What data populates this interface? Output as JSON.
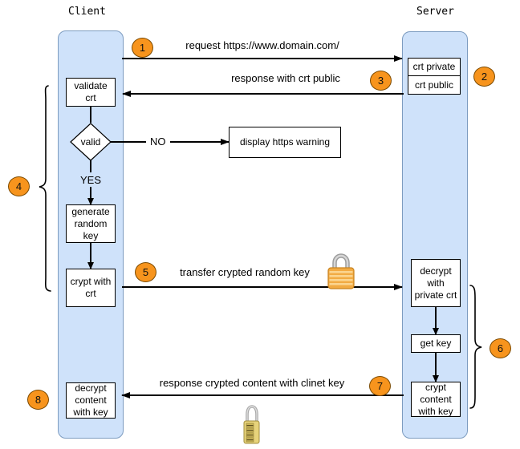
{
  "lanes": {
    "client_label": "Client",
    "server_label": "Server"
  },
  "client": {
    "validate_crt": "validate crt",
    "valid": "valid",
    "yes": "YES",
    "no": "NO",
    "generate_random_key": "generate random key",
    "crypt_with_crt": "crypt with crt",
    "decrypt_content_with_key": "decrypt content with key"
  },
  "server": {
    "crt_private": "crt private",
    "crt_public": "crt public",
    "decrypt_with_private_crt": "decrypt with private crt",
    "get_key": "get key",
    "crypt_content_with_key": "crypt content with key"
  },
  "warning": {
    "display_https_warning": "display https warning"
  },
  "messages": {
    "request": "request https://www.domain.com/",
    "response_public": "response with crt public",
    "transfer_key": "transfer crypted random key",
    "response_content": "response crypted content with clinet key"
  },
  "steps": {
    "s1": "1",
    "s2": "2",
    "s3": "3",
    "s4": "4",
    "s5": "5",
    "s6": "6",
    "s7": "7",
    "s8": "8"
  },
  "icons": {
    "padlock": "closed-gold-padlock",
    "combination_lock": "gold-combination-padlock"
  },
  "colors": {
    "lane-fill": "#cfe2fa",
    "lane-border": "#7d9cc0",
    "step-fill": "#f7941d",
    "step-border": "#7c4a00",
    "line-color": "#000000"
  }
}
